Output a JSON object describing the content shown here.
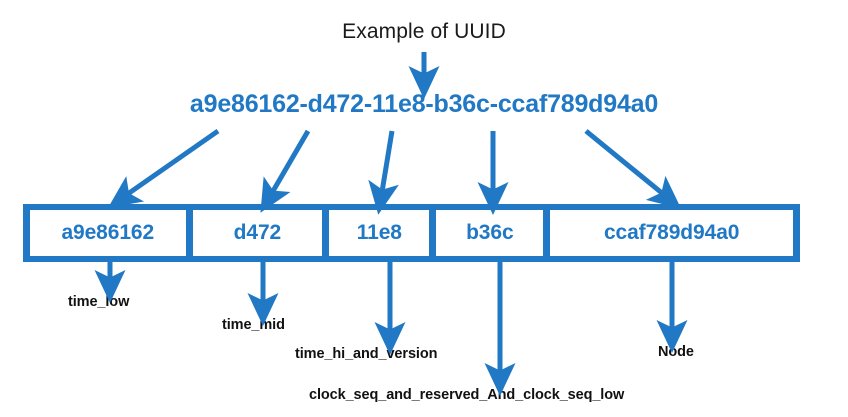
{
  "diagram": {
    "title": "Example of UUID",
    "uuid": "a9e86162-d472-11e8-b36c-ccaf789d94a0",
    "accent_color": "#2178c4",
    "label_color": "#111111",
    "title_color": "#1a1a1a",
    "segments": [
      {
        "value": "a9e86162",
        "label": "time_low"
      },
      {
        "value": "d472",
        "label": "time_mid"
      },
      {
        "value": "11e8",
        "label": "time_hi_and_version"
      },
      {
        "value": "b36c",
        "label": "clock_seq_and_reserved_And_clock_seq_low"
      },
      {
        "value": "ccaf789d94a0",
        "label": "Node"
      }
    ],
    "icons": {
      "title_arrow": "down-arrow-icon",
      "split_arrow": "down-arrow-icon",
      "label_arrow": "down-arrow-icon"
    }
  }
}
